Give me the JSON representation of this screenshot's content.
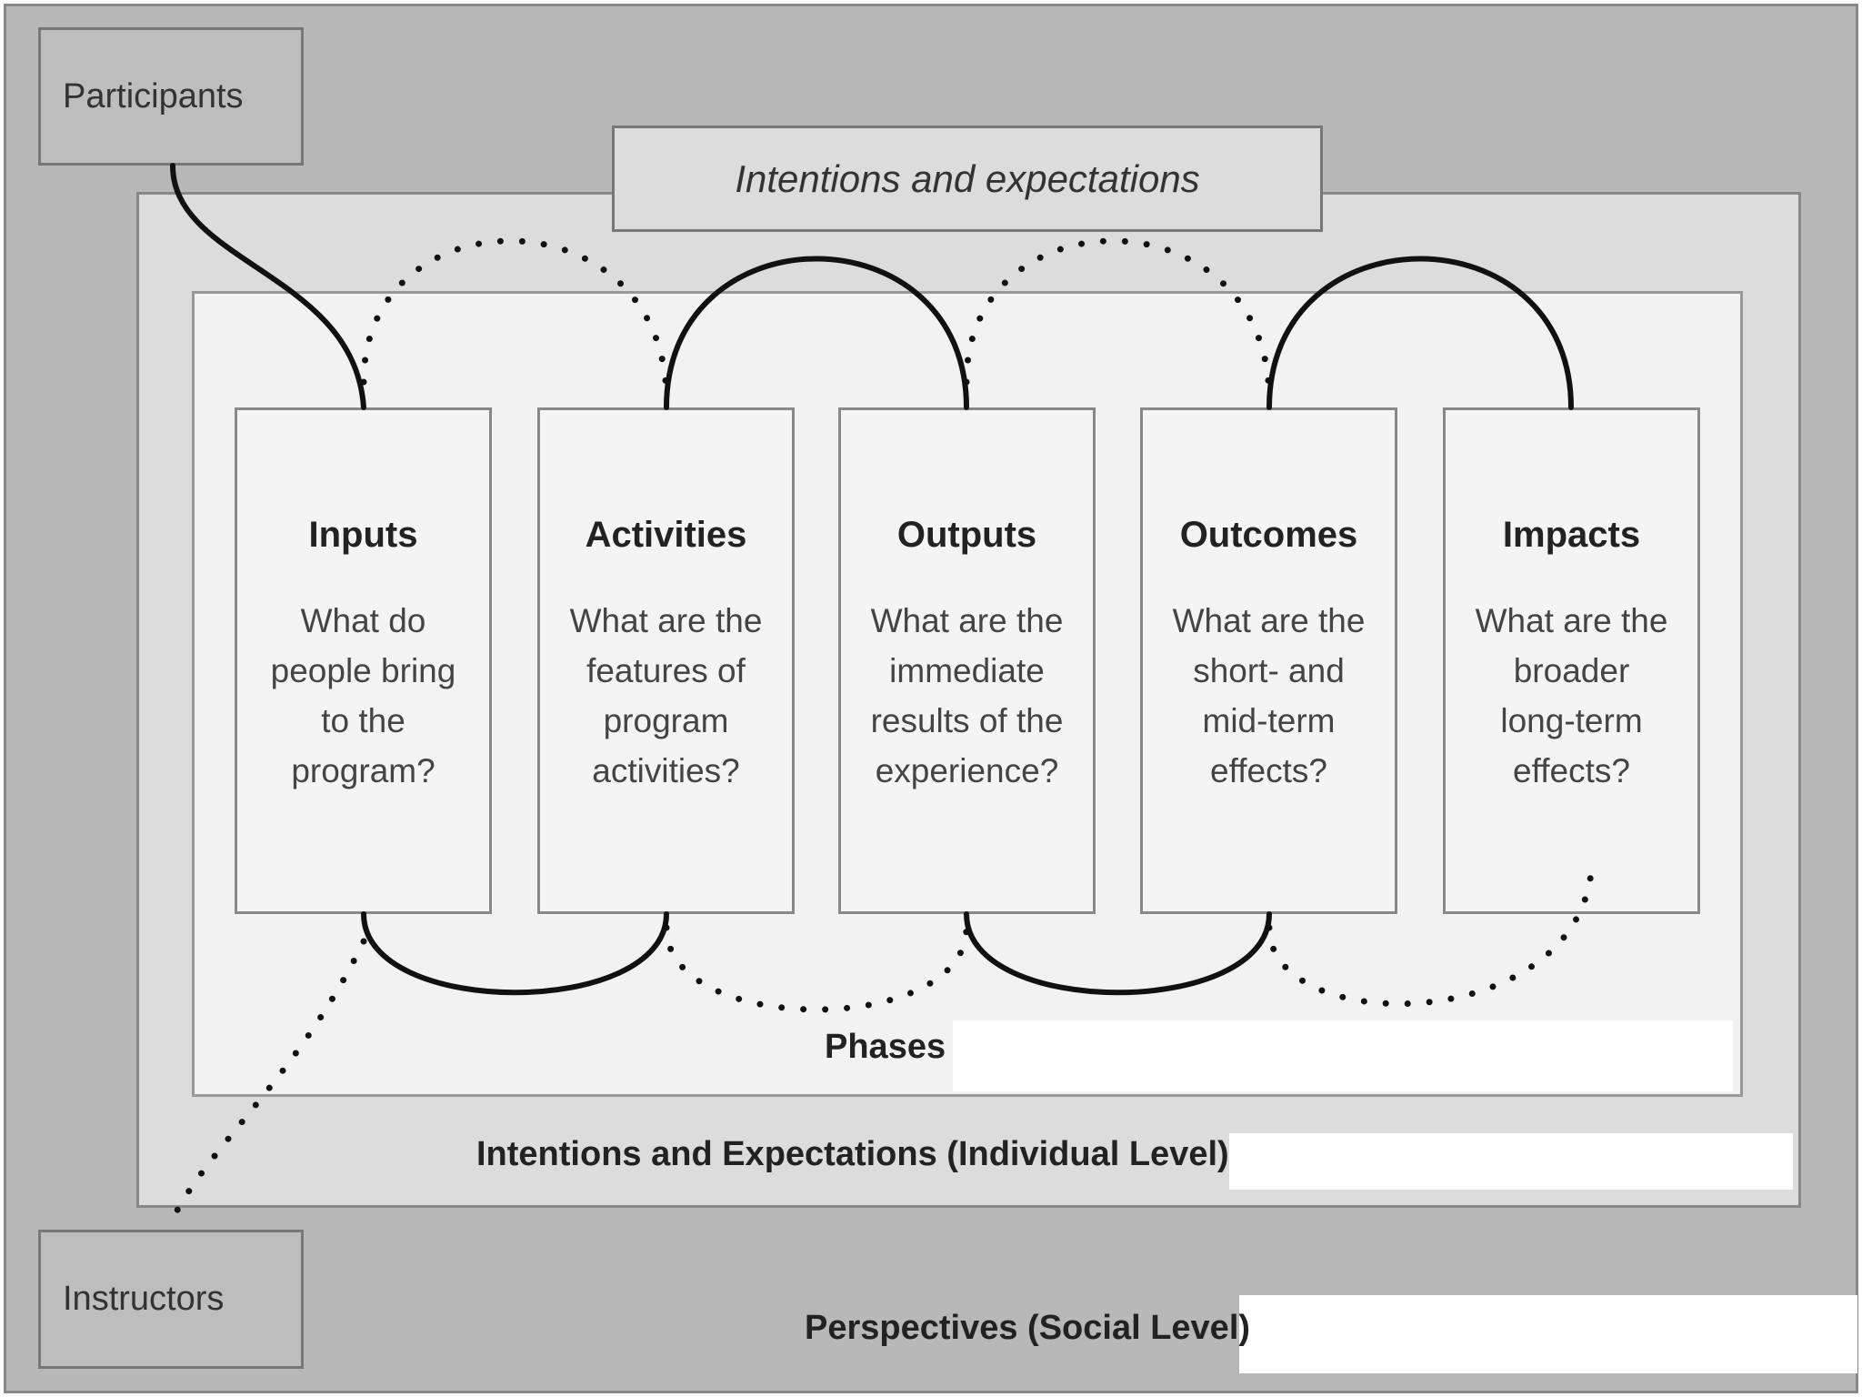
{
  "participants": {
    "label": "Participants"
  },
  "instructors": {
    "label": "Instructors"
  },
  "intentions_tab": {
    "label": "Intentions and expectations"
  },
  "phases": [
    {
      "title": "Inputs",
      "question": "What do\npeople bring\nto the\nprogram?"
    },
    {
      "title": "Activities",
      "question": "What are the\nfeatures of\nprogram\nactivities?"
    },
    {
      "title": "Outputs",
      "question": "What are the\nimmediate\nresults of the\nexperience?"
    },
    {
      "title": "Outcomes",
      "question": "What are the\nshort- and\nmid-term\neffects?"
    },
    {
      "title": "Impacts",
      "question": "What are the\nbroader\nlong-term\neffects?"
    }
  ],
  "levels": {
    "phases": "Phases",
    "individual": "Intentions and Expectations (Individual Level)",
    "social": "Perspectives (Social Level)"
  },
  "colors": {
    "outer_level": "#b8b8b8",
    "middle_level": "#dcdcdc",
    "inner_level": "#f2f2f2",
    "connector": "#111111"
  }
}
